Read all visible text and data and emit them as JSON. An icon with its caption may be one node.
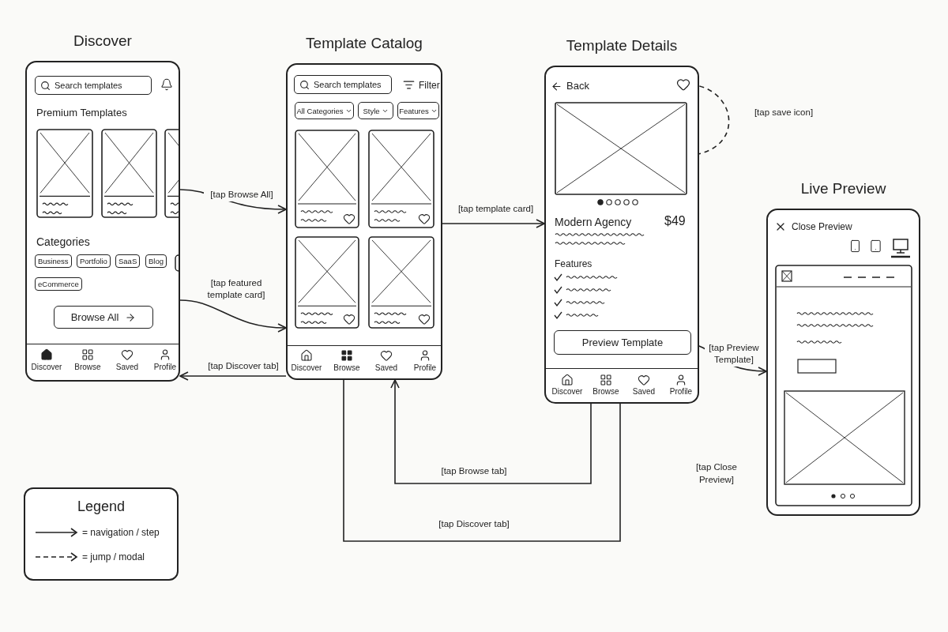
{
  "diagram": {
    "nodes": [
      {
        "text": [
          "Discover",
          "Premium Templates",
          "Categories",
          "Discover",
          "Browse",
          "Saved",
          "Profile"
        ]
      },
      {
        "text": [
          "Search templates"
        ],
        "in": 0
      },
      {
        "text": [
          "Business"
        ],
        "in": 0
      },
      {
        "text": [
          "Portfolio"
        ],
        "in": 0
      },
      {
        "text": [
          "SaaS"
        ],
        "in": 0
      },
      {
        "text": [
          "Blog"
        ],
        "in": 0
      },
      {
        "text": [
          "eCommerce"
        ],
        "in": 0
      },
      {
        "text": [
          "Browse All"
        ],
        "in": 0
      },
      {
        "text": [
          "Template Catalog",
          "Filter",
          "Discover",
          "Browse",
          "Saved",
          "Profile"
        ]
      },
      {
        "text": [
          "Search templates"
        ],
        "in": 8
      },
      {
        "text": [
          "All Categories"
        ],
        "in": 8
      },
      {
        "text": [
          "Style"
        ],
        "in": 8
      },
      {
        "text": [
          "Features"
        ],
        "in": 8
      },
      {
        "text": [
          "Template Details",
          "Back",
          "Modern Agency",
          "$49",
          "Features",
          "Discover",
          "Browse",
          "Saved",
          "Profile"
        ]
      },
      {
        "text": [
          "Preview Template"
        ],
        "in": 13
      },
      {
        "text": [
          "Live Preview",
          "Close Preview"
        ]
      },
      {
        "text": [],
        "shape": "heart",
        "in": 13
      },
      {
        "text": [],
        "shape": "box",
        "in": 13
      },
      {
        "text": [],
        "shape": "heart",
        "in": 8
      },
      {
        "text": [],
        "shape": "heart",
        "in": 8
      },
      {
        "text": [],
        "shape": "heart",
        "in": 8
      },
      {
        "text": [],
        "shape": "heart",
        "in": 8
      }
    ],
    "edges": [
      {
        "from": 0,
        "to": 8,
        "arrow": "to",
        "label": "[tap Browse All]"
      },
      {
        "from": 0,
        "to": 8,
        "arrow": "to",
        "label": "[tap featured template card]"
      },
      {
        "from": 8,
        "to": 0,
        "arrow": "to",
        "label": "[tap Discover tab]"
      },
      {
        "from": 8,
        "to": 13,
        "arrow": "to",
        "label": "[tap template card]"
      },
      {
        "from": 17,
        "to": 16,
        "arrow": "both",
        "style": "dashed",
        "label": "[tap save icon]"
      },
      {
        "from": 14,
        "to": 15,
        "arrow": "to",
        "label": "[tap Preview Template]"
      },
      {
        "from": 13,
        "to": 8,
        "arrow": "to",
        "label": "[tap Browse tab]"
      },
      {
        "from": 8,
        "to": 13,
        "arrow": "none",
        "label": "[tap Discover tab]"
      }
    ],
    "labels": [
      "[tap Close Preview]",
      "Legend"
    ],
    "legend": [
      {
        "text": "= navigation / step"
      },
      {
        "text": "= jump / modal"
      }
    ]
  }
}
